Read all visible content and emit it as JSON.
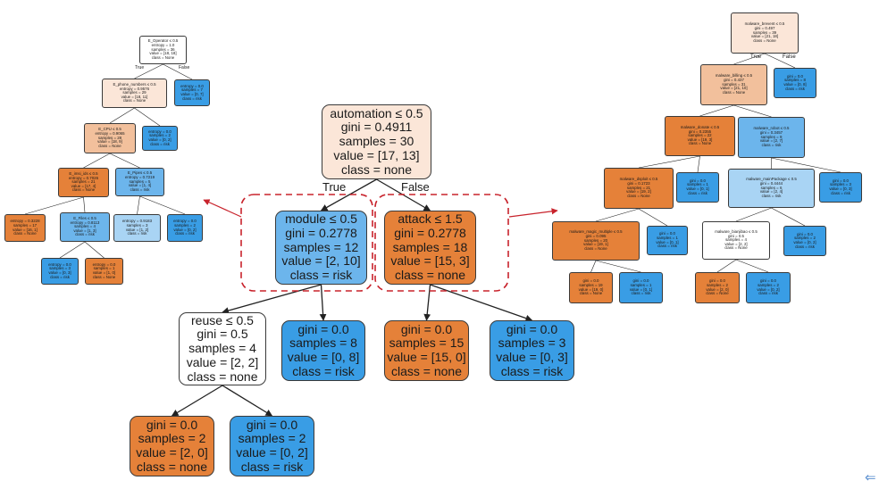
{
  "colors": {
    "orange_dark": "#e58139",
    "orange_light": "#f2c09c",
    "orange_pale": "#fbe6d8",
    "blue_dark": "#399de5",
    "blue_mid": "#6cb5ec",
    "blue_light": "#a9d4f4",
    "white": "#ffffff",
    "highlight_dash": "#c8232c"
  },
  "main_tree": {
    "root": {
      "lines": [
        "automation ≤ 0.5",
        "gini = 0.4911",
        "samples = 30",
        "value = [17, 13]",
        "class = none"
      ]
    },
    "module": {
      "lines": [
        "module ≤ 0.5",
        "gini = 0.2778",
        "samples = 12",
        "value = [2, 10]",
        "class = risk"
      ]
    },
    "attack": {
      "lines": [
        "attack ≤ 1.5",
        "gini = 0.2778",
        "samples = 18",
        "value = [15, 3]",
        "class = none"
      ]
    },
    "reuse": {
      "lines": [
        "reuse ≤ 0.5",
        "gini = 0.5",
        "samples = 4",
        "value = [2, 2]",
        "class = none"
      ]
    },
    "leaf_module_right": {
      "lines": [
        "gini = 0.0",
        "samples = 8",
        "value = [0, 8]",
        "class = risk"
      ]
    },
    "leaf_attack_left": {
      "lines": [
        "gini = 0.0",
        "samples = 15",
        "value = [15, 0]",
        "class = none"
      ]
    },
    "leaf_attack_right": {
      "lines": [
        "gini = 0.0",
        "samples = 3",
        "value = [0, 3]",
        "class = risk"
      ]
    },
    "leaf_reuse_left": {
      "lines": [
        "gini = 0.0",
        "samples = 2",
        "value = [2, 0]",
        "class = none"
      ]
    },
    "leaf_reuse_right": {
      "lines": [
        "gini = 0.0",
        "samples = 2",
        "value = [0, 2]",
        "class = risk"
      ]
    },
    "edge_true": "True",
    "edge_false": "False"
  },
  "left_tree": {
    "root": {
      "lines": [
        "E_Operator ≤ 0.5",
        "entropy = 1.0",
        "samples = 36",
        "value = [18, 18]",
        "class = None"
      ]
    },
    "phone": {
      "lines": [
        "E_phone_numbers ≤ 0.5",
        "entropy = 0.9576",
        "samples = 29",
        "value = [18, 11]",
        "class = None"
      ]
    },
    "leaf_root_right": {
      "lines": [
        "entropy = 0.0",
        "samples = 7",
        "value = [0, 7]",
        "class = risk"
      ]
    },
    "cpu": {
      "lines": [
        "E_CPU ≤ 0.5",
        "entropy = 0.9065",
        "samples = 28",
        "value = [18, 9]",
        "class = None"
      ]
    },
    "leaf_phone_right": {
      "lines": [
        "entropy = 0.0",
        "samples = 2",
        "value = [0, 2]",
        "class = risk"
      ]
    },
    "imsi": {
      "lines": [
        "E_imsi_ids ≤ 0.5",
        "entropy = 0.7026",
        "samples = 21",
        "value = [17, 4]",
        "class = None"
      ]
    },
    "pipes": {
      "lines": [
        "E_Pipes ≤ 0.5",
        "entropy = 0.7219",
        "samples = 5",
        "value = [1, 4]",
        "class = risk"
      ]
    },
    "leaf_imsi_left": {
      "lines": [
        "entropy = 0.3228",
        "samples = 17",
        "value = [16, 1]",
        "class = None"
      ]
    },
    "files": {
      "lines": [
        "E_Files ≤ 0.5",
        "entropy = 0.8113",
        "samples = 4",
        "value = [1, 3]",
        "class = risk"
      ]
    },
    "leaf_pipes_left": {
      "lines": [
        "entropy = 0.9183",
        "samples = 3",
        "value = [1, 2]",
        "class = risk"
      ]
    },
    "leaf_pipes_right": {
      "lines": [
        "entropy = 0.0",
        "samples = 2",
        "value = [0, 2]",
        "class = risk"
      ]
    },
    "leaf_files_left": {
      "lines": [
        "entropy = 0.0",
        "samples = 3",
        "value = [0, 3]",
        "class = risk"
      ]
    },
    "leaf_files_right": {
      "lines": [
        "entropy = 0.0",
        "samples = 1",
        "value = [1, 0]",
        "class = None"
      ]
    },
    "edge_true": "True",
    "edge_false": "False"
  },
  "right_tree": {
    "root": {
      "lines": [
        "malware_brevent ≤ 0.5",
        "gini = 0.497",
        "samples = 39",
        "value = [21, 18]",
        "class = None"
      ]
    },
    "billing": {
      "lines": [
        "malware_billing ≤ 0.5",
        "gini = 0.437",
        "samples = 31",
        "value = [21, 10]",
        "class = None"
      ]
    },
    "leaf_root_right": {
      "lines": [
        "gini = 0.0",
        "samples = 8",
        "value = [0, 8]",
        "class = risk"
      ]
    },
    "donate": {
      "lines": [
        "malware_donate ≤ 0.5",
        "gini = 0.2355",
        "samples = 22",
        "value = [19, 3]",
        "class = None"
      ]
    },
    "robot": {
      "lines": [
        "malware_robot ≤ 0.5",
        "gini = 0.3457",
        "samples = 9",
        "value = [2, 7]",
        "class = risk"
      ]
    },
    "dsploit": {
      "lines": [
        "malware_dsploit ≤ 0.5",
        "gini = 0.1723",
        "samples = 21",
        "value = [19, 2]",
        "class = None"
      ]
    },
    "leaf_donate_right": {
      "lines": [
        "gini = 0.0",
        "samples = 1",
        "value = [0, 1]",
        "class = risk"
      ]
    },
    "mainpackage": {
      "lines": [
        "malware_mainPackage ≤ 0.5",
        "gini = 0.4444",
        "samples = 6",
        "value = [2, 4]",
        "class = risk"
      ]
    },
    "leaf_robot_right": {
      "lines": [
        "gini = 0.0",
        "samples = 3",
        "value = [0, 3]",
        "class = risk"
      ]
    },
    "magic": {
      "lines": [
        "malware_magic_multiple ≤ 0.5",
        "gini = 0.095",
        "samples = 20",
        "value = [19, 1]",
        "class = None"
      ]
    },
    "leaf_dsploit_right": {
      "lines": [
        "gini = 0.0",
        "samples = 1",
        "value = [0, 1]",
        "class = risk"
      ]
    },
    "bianjibao": {
      "lines": [
        "malware_bianjibao ≤ 0.5",
        "gini = 0.5",
        "samples = 4",
        "value = [2, 2]",
        "class = None"
      ]
    },
    "leaf_main_right": {
      "lines": [
        "gini = 0.0",
        "samples = 2",
        "value = [0, 2]",
        "class = risk"
      ]
    },
    "leaf_magic_left": {
      "lines": [
        "gini = 0.0",
        "samples = 19",
        "value = [19, 0]",
        "class = None"
      ]
    },
    "leaf_magic_right": {
      "lines": [
        "gini = 0.0",
        "samples = 1",
        "value = [0, 1]",
        "class = risk"
      ]
    },
    "leaf_bian_left": {
      "lines": [
        "gini = 0.0",
        "samples = 2",
        "value = [2, 0]",
        "class = None"
      ]
    },
    "leaf_bian_right": {
      "lines": [
        "gini = 0.0",
        "samples = 2",
        "value = [0, 2]",
        "class = risk"
      ]
    },
    "edge_true": "True",
    "edge_false": "False"
  },
  "icons": {
    "corner": "arrow-left-icon"
  }
}
